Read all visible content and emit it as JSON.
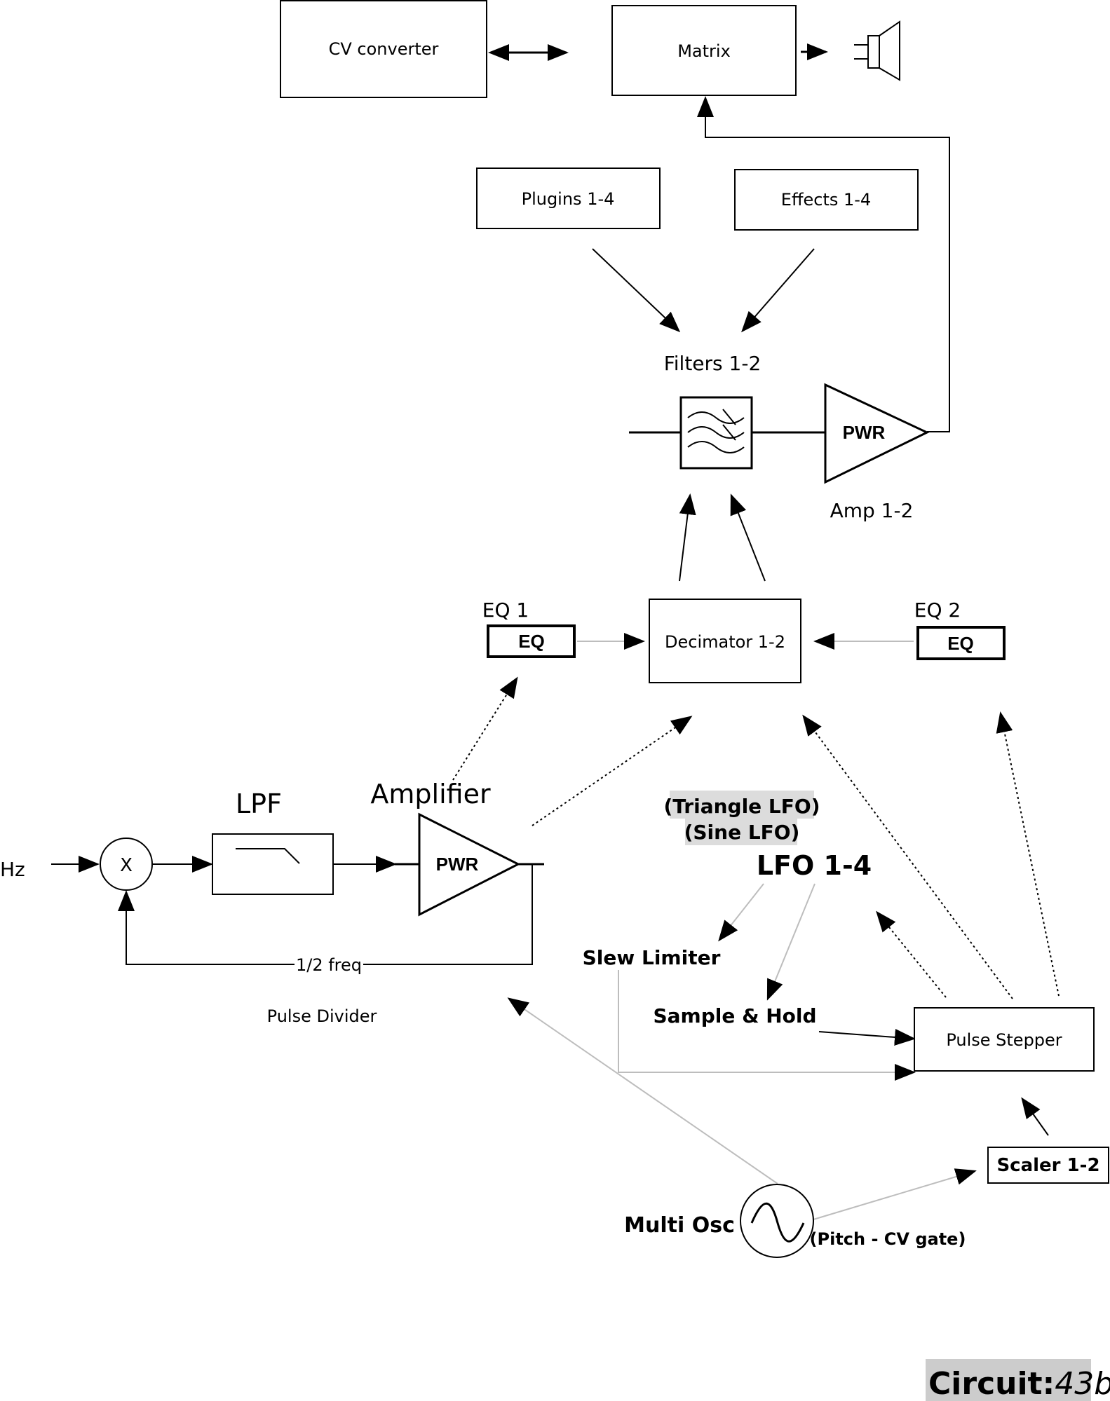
{
  "blocks": {
    "cv_converter": "CV converter",
    "matrix": "Matrix",
    "plugins": "Plugins 1-4",
    "effects": "Effects 1-4",
    "filters": "Filters 1-2",
    "amp_label": "Amp 1-2",
    "pwr_top": "PWR",
    "eq1_label": "EQ 1",
    "eq1_box": "EQ",
    "eq2_label": "EQ 2",
    "eq2_box": "EQ",
    "decimator": "Decimator 1-2",
    "lpf": "LPF",
    "amplifier": "Amplifier",
    "pwr_bottom": "PWR",
    "input_hz": "Hz",
    "mixer_x": "X",
    "half_freq": "1/2 freq",
    "pulse_divider": "Pulse Divider",
    "triangle_lfo": "(Triangle LFO)",
    "sine_lfo": "(Sine LFO)",
    "lfo": "LFO 1-4",
    "slew_limiter": "Slew Limiter",
    "sample_hold": "Sample & Hold",
    "pulse_stepper": "Pulse Stepper",
    "scaler": "Scaler 1-2",
    "multi_osc": "Multi Osc",
    "pitch_cv": "(Pitch - CV gate)"
  },
  "footer": {
    "circuit_label": "Circuit:",
    "circuit_id": "43b"
  },
  "colors": {
    "line": "#000000",
    "faint_line": "#bdbdbd",
    "highlight": "#dcdcdc"
  },
  "icons": [
    "speaker-icon",
    "filter-bank-icon",
    "lowpass-icon",
    "sine-wave-icon"
  ]
}
